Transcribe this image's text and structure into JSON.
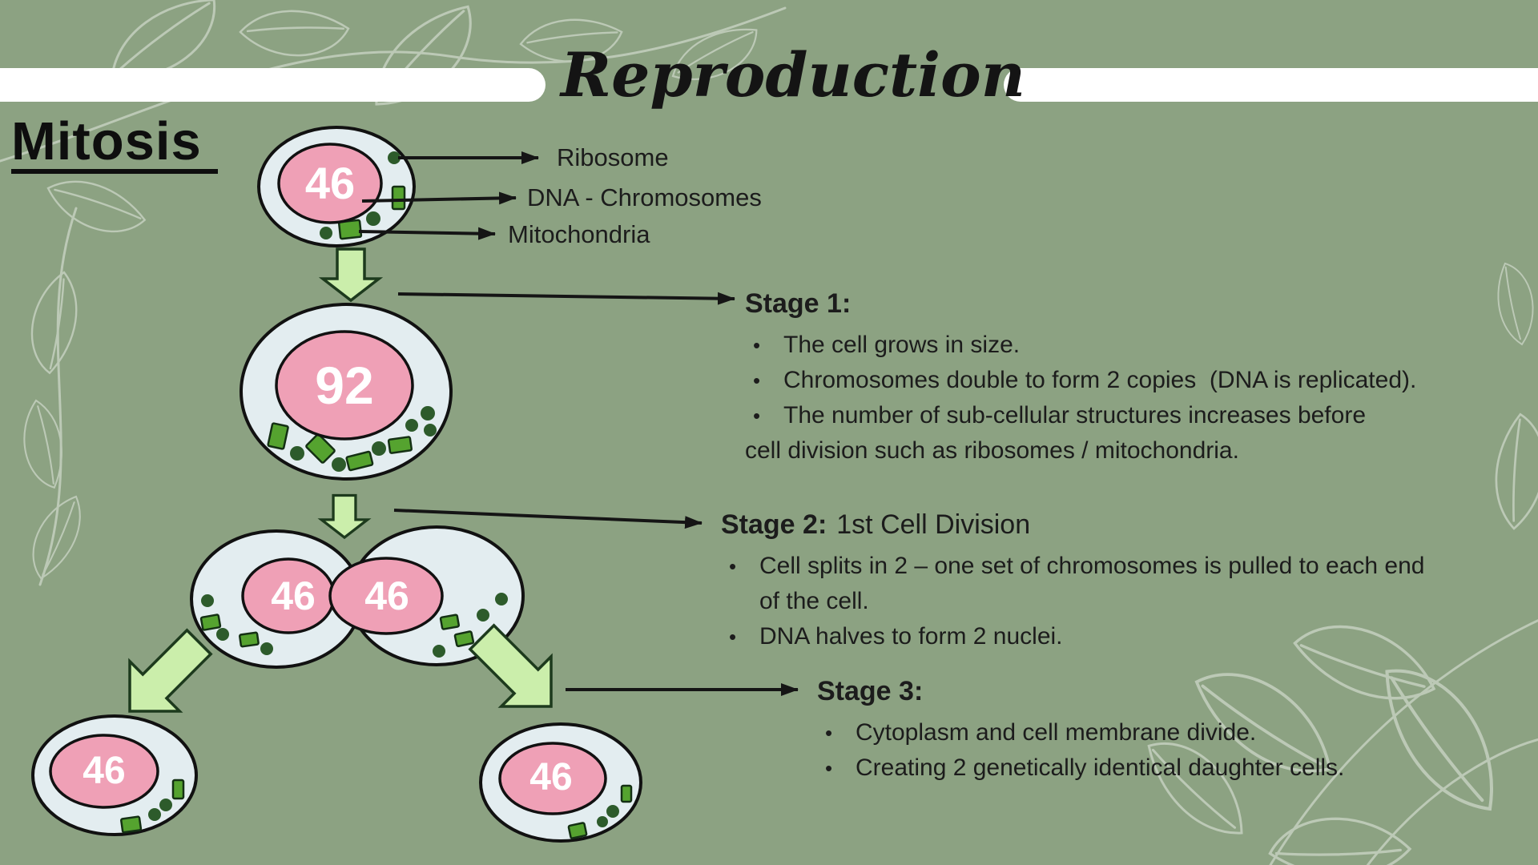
{
  "slide": {
    "title": "Reproduction",
    "heading": "Mitosis"
  },
  "glyphs": {
    "bullet": "•"
  },
  "organelle_labels": {
    "ribosome": "Ribosome",
    "dna": "DNA - Chromosomes",
    "mitochondria": "Mitochondria"
  },
  "cells": {
    "parent": "46",
    "grown": "92",
    "dividing_left": "46",
    "dividing_right": "46",
    "daughter_left": "46",
    "daughter_right": "46"
  },
  "stages": [
    {
      "title": "Stage 1:",
      "subtitle": "",
      "lines": [
        {
          "text": "The cell grows in size."
        },
        {
          "text": "Chromosomes double to form 2 copies  (DNA is replicated)."
        },
        {
          "text": "The number of sub-cellular structures increases before"
        },
        {
          "text": "cell division such as ribosomes / mitochondria."
        }
      ]
    },
    {
      "title": "Stage 2:",
      "subtitle": "1st Cell Division",
      "lines": [
        {
          "text": "Cell splits in 2 – one set of chromosomes is pulled to each end"
        },
        {
          "text": "of the cell."
        },
        {
          "text": "DNA halves to form 2 nuclei."
        }
      ]
    },
    {
      "title": "Stage 3:",
      "subtitle": "",
      "lines": [
        {
          "text": "Cytoplasm and cell membrane divide."
        },
        {
          "text": "Creating 2 genetically identical daughter cells."
        }
      ]
    }
  ],
  "colors": {
    "background": "#8ca282",
    "bar_white": "#ffffff",
    "text_dark": "#1c1c1c",
    "cell_fill": "#e3edf0",
    "nucleus_pink": "#efa0b6",
    "organelle_green": "#55a32f",
    "organelle_dark_green": "#2d5b2b",
    "block_arrow_fill": "#cbeeab",
    "block_arrow_outline": "#1d3a1d"
  }
}
